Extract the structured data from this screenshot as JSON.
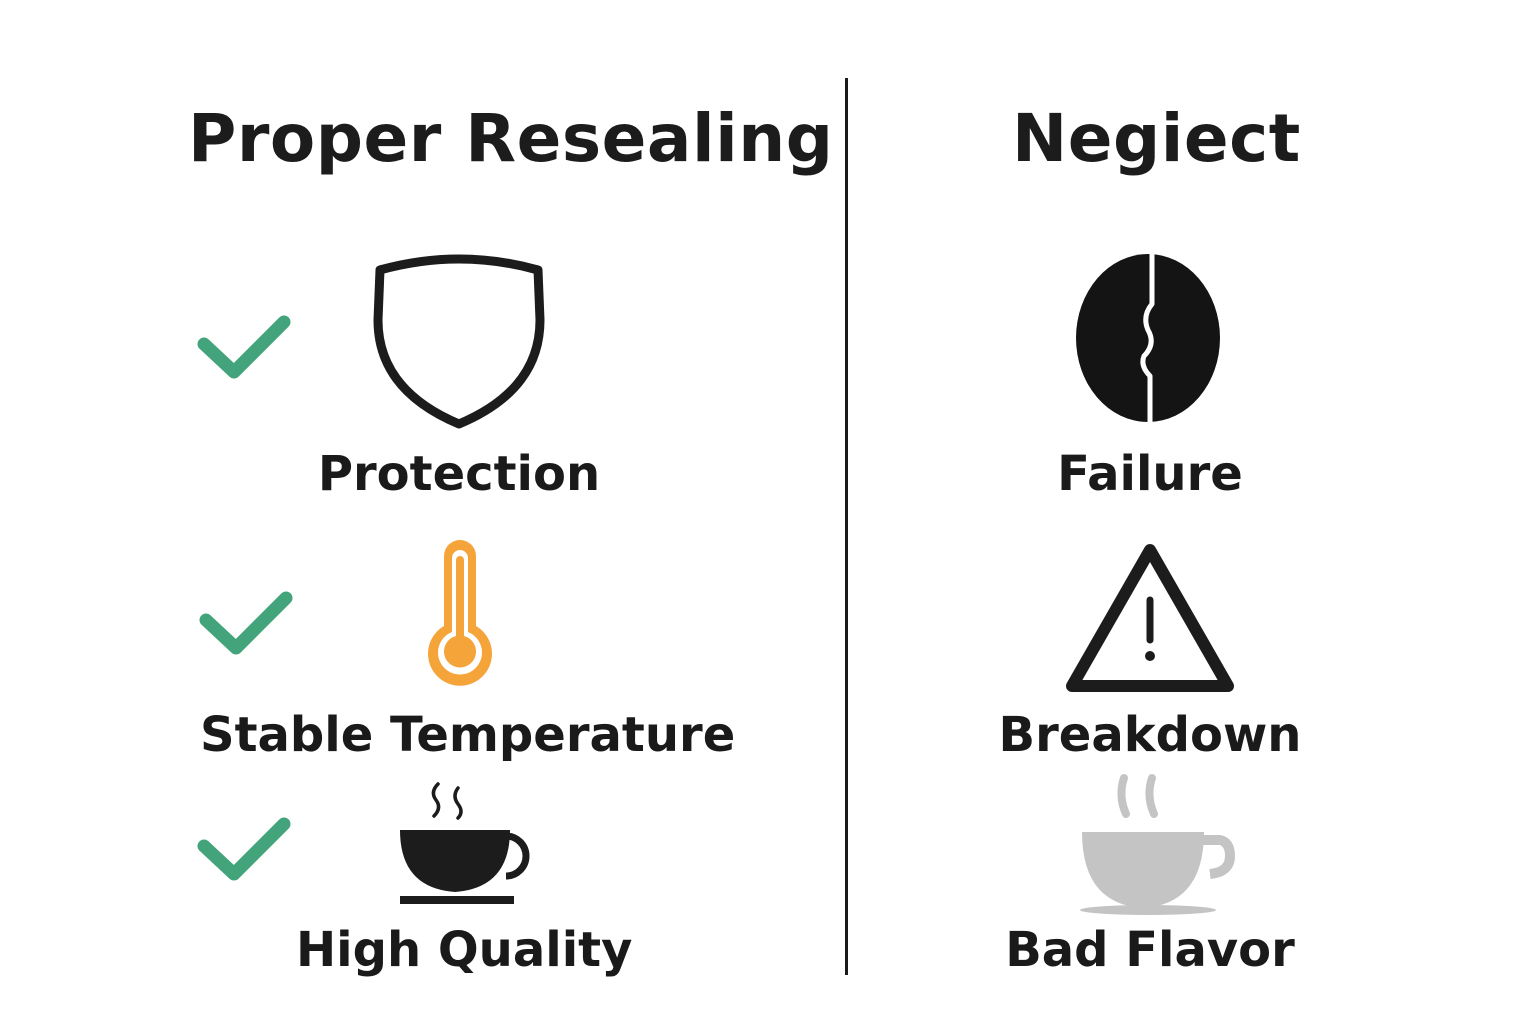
{
  "left_column": {
    "title": "Proper Resealing",
    "items": [
      {
        "label": "Protection",
        "icon": "shield-icon",
        "checked": true
      },
      {
        "label": "Stable Temperature",
        "icon": "thermometer-icon",
        "checked": true
      },
      {
        "label": "High Quality",
        "icon": "steaming-coffee-cup-icon",
        "checked": true
      }
    ]
  },
  "right_column": {
    "title": "Negiect",
    "items": [
      {
        "label": "Failure",
        "icon": "cracked-coffee-bean-icon"
      },
      {
        "label": "Breakdown",
        "icon": "warning-triangle-icon"
      },
      {
        "label": "Bad Flavor",
        "icon": "faded-coffee-cup-icon"
      }
    ]
  },
  "colors": {
    "check": "#43a47b",
    "thermometer": "#f5a43a",
    "icon_dark": "#1c1c1c",
    "faded_cup": "#c4c4c4",
    "divider": "#1a1a1a"
  }
}
